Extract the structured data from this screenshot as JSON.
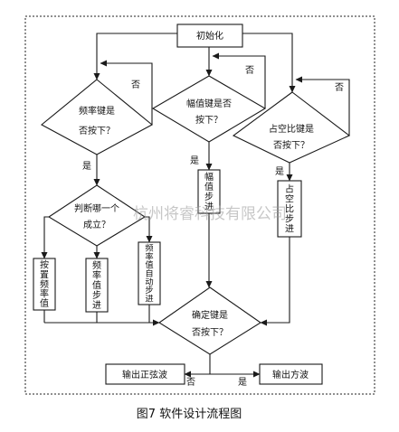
{
  "nodes": {
    "init": "初始化",
    "freq_q": [
      "频率键是",
      "否按下？"
    ],
    "amp_q": [
      "幅值键是否",
      "按下？"
    ],
    "duty_q": [
      "占空比键是",
      "否按下？"
    ],
    "judge_q": [
      "判断哪一个",
      "成立？"
    ],
    "amp_step": "幅值步进",
    "duty_step": "占空比步进",
    "freq_set": "按置频率值",
    "freq_step": "频率值步进",
    "freq_auto": "频率值自动步进",
    "confirm_q": [
      "确定键是",
      "否按下？"
    ],
    "out_sine": "输出正弦波",
    "out_square": "输出方波"
  },
  "labels": {
    "no": "否",
    "yes": "是"
  },
  "watermark": "杭州将睿科技有限公司",
  "caption": "图7  软件设计流程图"
}
